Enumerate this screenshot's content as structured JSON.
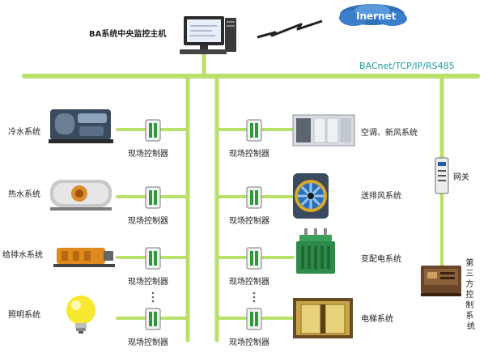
{
  "host": {
    "label": "BA系统中央监控主机"
  },
  "cloud": {
    "label": "Inernet"
  },
  "bus": {
    "protocol": "BACnet/TCP/IP/RS485",
    "color": "#b8e06a"
  },
  "controller_label": "现场控制器",
  "left_systems": [
    {
      "id": "chilled-water",
      "label": "冷水系统",
      "icon": "chiller-icon"
    },
    {
      "id": "hot-water",
      "label": "热水系统",
      "icon": "boiler-icon"
    },
    {
      "id": "water-supply-drainage",
      "label": "给排水系统",
      "icon": "pump-icon"
    },
    {
      "id": "lighting",
      "label": "照明系统",
      "icon": "light-bulb-icon"
    }
  ],
  "right_systems": [
    {
      "id": "hvac-fresh-air",
      "label": "空调、新风系统",
      "icon": "ahu-icon"
    },
    {
      "id": "ventilation",
      "label": "送排风系统",
      "icon": "fan-icon"
    },
    {
      "id": "power-substation",
      "label": "变配电系统",
      "icon": "transformer-icon"
    },
    {
      "id": "elevator",
      "label": "电梯系统",
      "icon": "elevator-icon"
    }
  ],
  "gateway": {
    "label": "网关",
    "icon": "gateway-icon"
  },
  "third_party": {
    "label": "第三方控制系统",
    "icon": "third-party-controller-icon"
  }
}
